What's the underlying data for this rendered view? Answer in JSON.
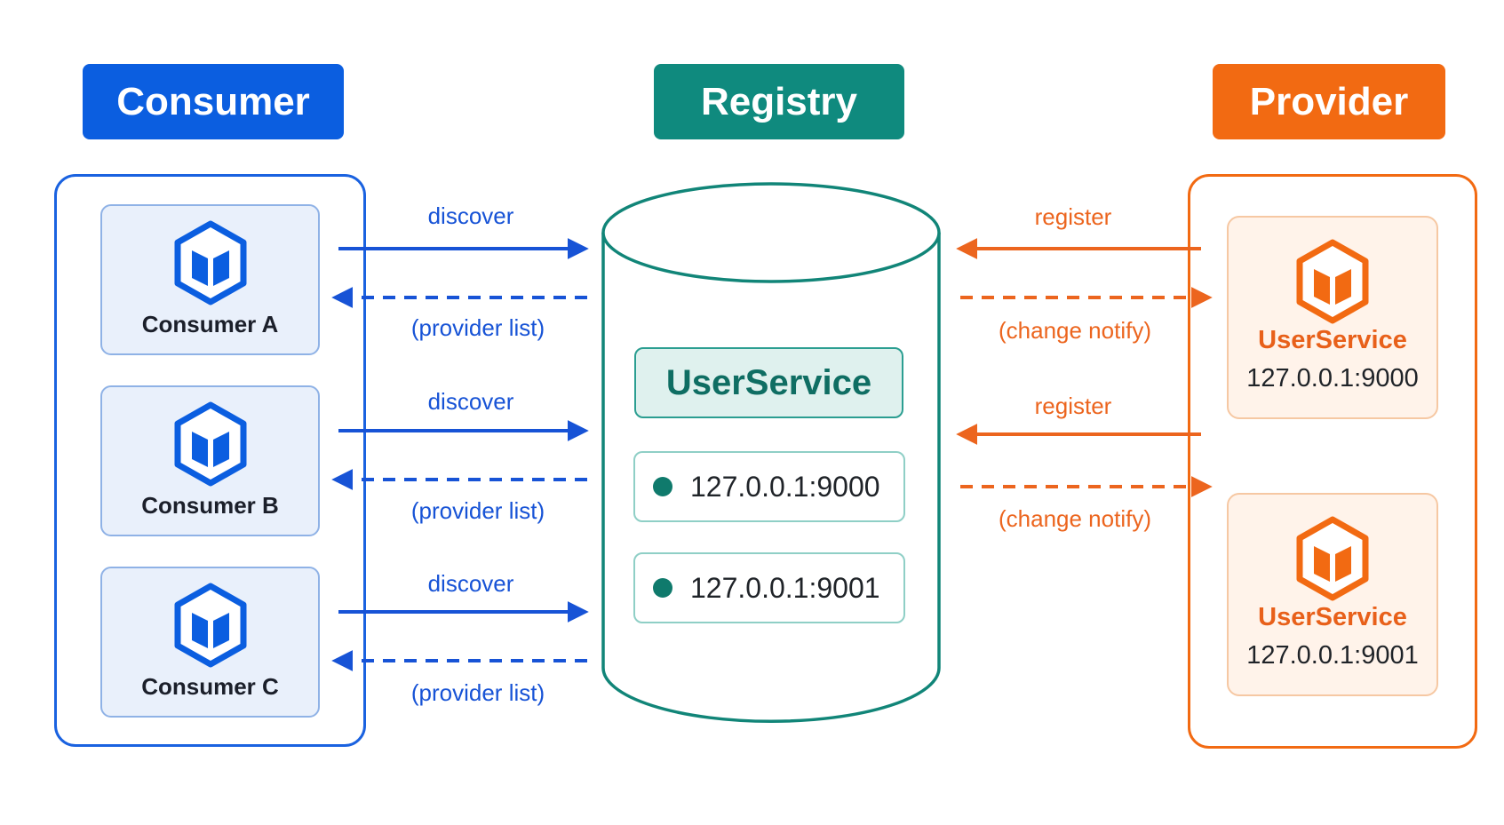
{
  "headers": {
    "consumer": "Consumer",
    "registry": "Registry",
    "provider": "Provider"
  },
  "consumers": [
    {
      "label": "Consumer A"
    },
    {
      "label": "Consumer B"
    },
    {
      "label": "Consumer C"
    }
  ],
  "registry": {
    "service": "UserService",
    "instances": [
      "127.0.0.1:9000",
      "127.0.0.1:9001"
    ]
  },
  "providers": [
    {
      "service": "UserService",
      "address": "127.0.0.1:9000"
    },
    {
      "service": "UserService",
      "address": "127.0.0.1:9001"
    }
  ],
  "arrows": {
    "discover": "discover",
    "provider_list": "(provider list)",
    "register": "register",
    "change_notify": "(change notify)"
  },
  "colors": {
    "consumer": "#0b5ee0",
    "registry": "#0f8a7e",
    "provider": "#f26a12"
  },
  "icon": "cube-icon"
}
